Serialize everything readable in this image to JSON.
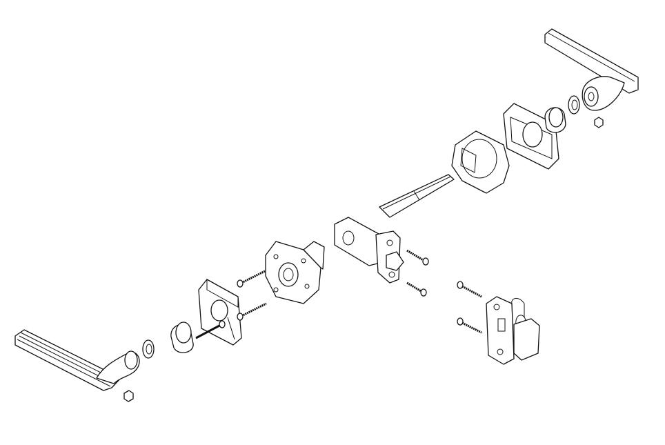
{
  "diagram": {
    "type": "exploded-assembly",
    "colors": {
      "line": "#111111",
      "background": "#ffffff"
    },
    "parts": [
      {
        "id": "lever-left",
        "icon": "lever-handle"
      },
      {
        "id": "set-screw-left",
        "icon": "set-screw"
      },
      {
        "id": "retaining-ring-left",
        "icon": "ring"
      },
      {
        "id": "bushing-left",
        "icon": "bushing"
      },
      {
        "id": "square-rose-left",
        "icon": "rose-plate"
      },
      {
        "id": "through-bolts",
        "icon": "screw"
      },
      {
        "id": "mounting-plate",
        "icon": "mounting-plate"
      },
      {
        "id": "latch",
        "icon": "latch"
      },
      {
        "id": "latch-screws",
        "icon": "screw"
      },
      {
        "id": "spindle",
        "icon": "spindle"
      },
      {
        "id": "chassis",
        "icon": "chassis"
      },
      {
        "id": "square-rose-right",
        "icon": "rose-plate"
      },
      {
        "id": "bushing-right",
        "icon": "bushing"
      },
      {
        "id": "retaining-ring-right",
        "icon": "ring"
      },
      {
        "id": "set-screw-right",
        "icon": "set-screw"
      },
      {
        "id": "lever-right",
        "icon": "lever-handle"
      },
      {
        "id": "strike-screws",
        "icon": "screw"
      },
      {
        "id": "strike-plate",
        "icon": "strike-plate"
      }
    ]
  }
}
